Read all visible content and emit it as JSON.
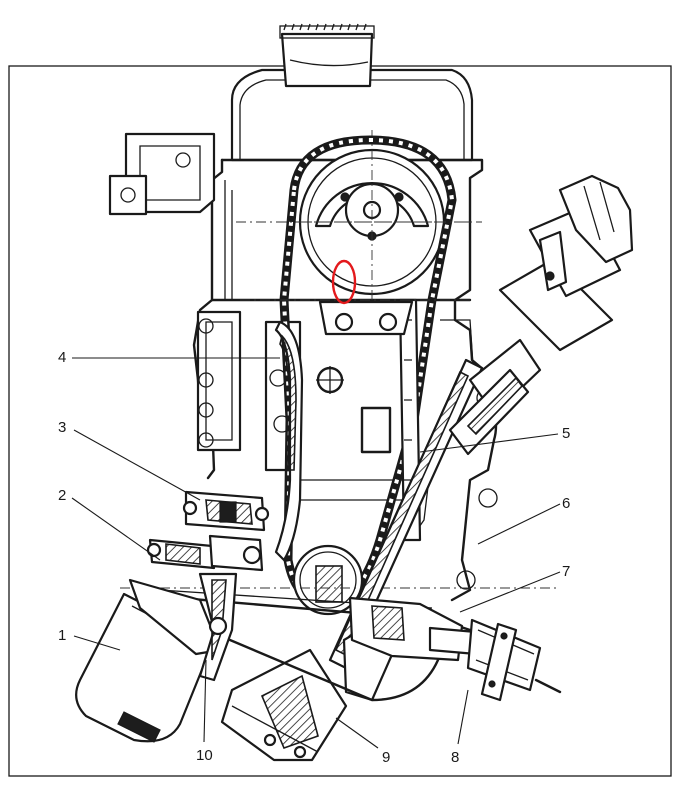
{
  "callouts": [
    {
      "id": "1",
      "text": "1"
    },
    {
      "id": "2",
      "text": "2"
    },
    {
      "id": "3",
      "text": "3"
    },
    {
      "id": "4",
      "text": "4"
    },
    {
      "id": "5",
      "text": "5"
    },
    {
      "id": "6",
      "text": "6"
    },
    {
      "id": "7",
      "text": "7"
    },
    {
      "id": "8",
      "text": "8"
    },
    {
      "id": "9",
      "text": "9"
    },
    {
      "id": "10",
      "text": "10"
    }
  ],
  "highlight": {
    "color": "#e3191c",
    "shape": "ellipse"
  },
  "colors": {
    "line": "#1a1a1a",
    "paper": "#ffffff"
  }
}
